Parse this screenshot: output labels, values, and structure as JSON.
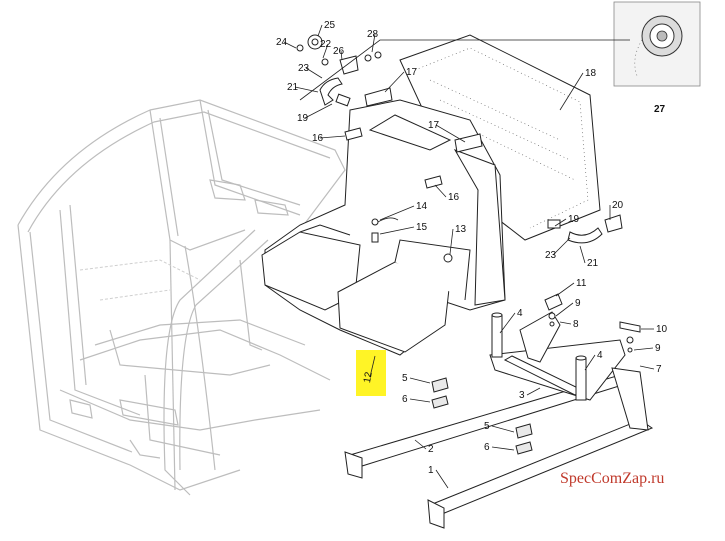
{
  "callouts": [
    {
      "id": "c1",
      "label": "1"
    },
    {
      "id": "c2",
      "label": "2"
    },
    {
      "id": "c3",
      "label": "3"
    },
    {
      "id": "c4a",
      "label": "4"
    },
    {
      "id": "c4b",
      "label": "4"
    },
    {
      "id": "c5a",
      "label": "5"
    },
    {
      "id": "c5b",
      "label": "5"
    },
    {
      "id": "c6a",
      "label": "6"
    },
    {
      "id": "c6b",
      "label": "6"
    },
    {
      "id": "c7",
      "label": "7"
    },
    {
      "id": "c8",
      "label": "8"
    },
    {
      "id": "c9a",
      "label": "9"
    },
    {
      "id": "c9b",
      "label": "9"
    },
    {
      "id": "c10",
      "label": "10"
    },
    {
      "id": "c11",
      "label": "11"
    },
    {
      "id": "c12",
      "label": "12"
    },
    {
      "id": "c13",
      "label": "13"
    },
    {
      "id": "c14",
      "label": "14"
    },
    {
      "id": "c15",
      "label": "15"
    },
    {
      "id": "c16a",
      "label": "16"
    },
    {
      "id": "c16b",
      "label": "16"
    },
    {
      "id": "c17a",
      "label": "17"
    },
    {
      "id": "c17b",
      "label": "17"
    },
    {
      "id": "c18",
      "label": "18"
    },
    {
      "id": "c19a",
      "label": "19"
    },
    {
      "id": "c19b",
      "label": "19"
    },
    {
      "id": "c20",
      "label": "20"
    },
    {
      "id": "c21a",
      "label": "21"
    },
    {
      "id": "c21b",
      "label": "21"
    },
    {
      "id": "c22",
      "label": "22"
    },
    {
      "id": "c23a",
      "label": "23"
    },
    {
      "id": "c23b",
      "label": "23"
    },
    {
      "id": "c24",
      "label": "24"
    },
    {
      "id": "c25",
      "label": "25"
    },
    {
      "id": "c26",
      "label": "26"
    },
    {
      "id": "c27",
      "label": "27"
    },
    {
      "id": "c28",
      "label": "28"
    }
  ],
  "highlight_color": "#fff200",
  "watermark": "SpecComZap.ru",
  "watermark_color": "#c0392b"
}
